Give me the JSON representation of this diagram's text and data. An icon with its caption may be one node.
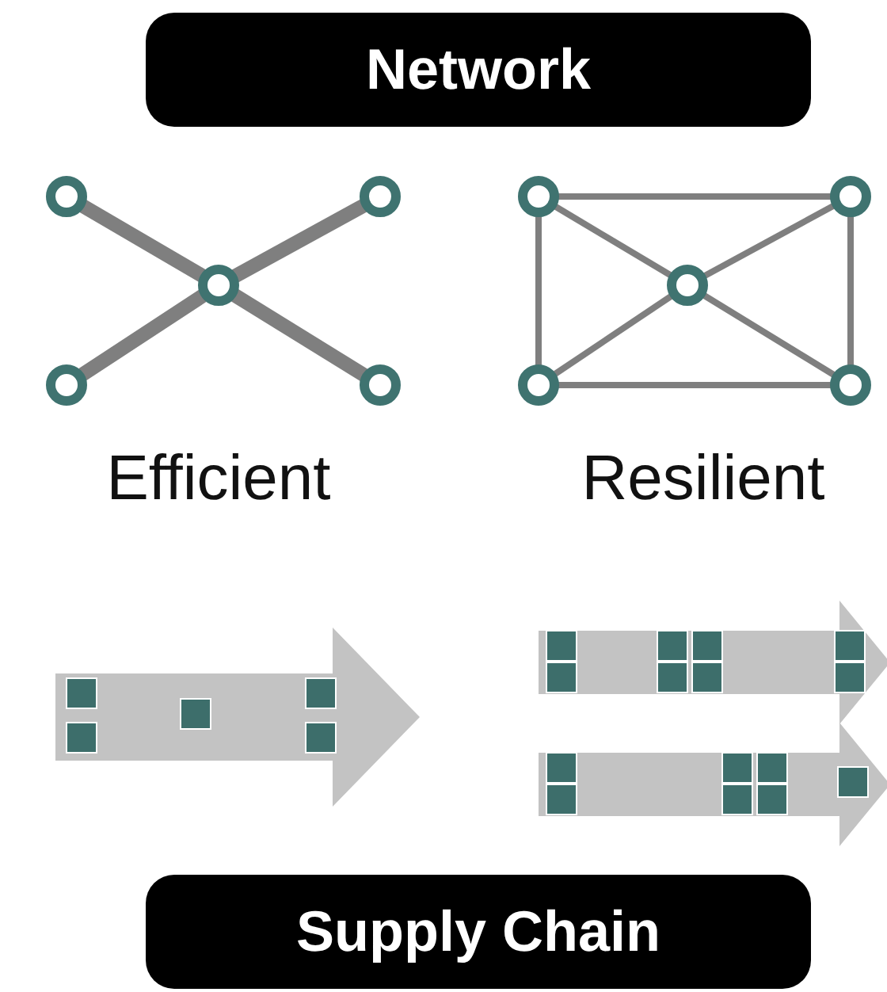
{
  "diagram": {
    "title": "Network",
    "caption": "Supply Chain",
    "nodes": [
      {
        "text": [],
        "shape": "circle"
      },
      {
        "text": [],
        "shape": "circle"
      },
      {
        "text": [],
        "shape": "circle"
      },
      {
        "text": [],
        "shape": "circle"
      },
      {
        "text": [],
        "shape": "circle"
      },
      {
        "text": [],
        "shape": "circle"
      },
      {
        "text": [],
        "shape": "circle"
      },
      {
        "text": [],
        "shape": "circle"
      },
      {
        "text": [],
        "shape": "circle"
      },
      {
        "text": [],
        "shape": "circle"
      }
    ],
    "edges": [
      {
        "from": 2,
        "to": 0,
        "arrow": "none",
        "style": "thick"
      },
      {
        "from": 2,
        "to": 1,
        "arrow": "none",
        "style": "thick"
      },
      {
        "from": 2,
        "to": 3,
        "arrow": "none",
        "style": "thick"
      },
      {
        "from": 2,
        "to": 4,
        "arrow": "none",
        "style": "thick"
      },
      {
        "from": 5,
        "to": 6,
        "arrow": "none"
      },
      {
        "from": 6,
        "to": 9,
        "arrow": "none"
      },
      {
        "from": 9,
        "to": 8,
        "arrow": "none"
      },
      {
        "from": 8,
        "to": 5,
        "arrow": "none"
      },
      {
        "from": 7,
        "to": 5,
        "arrow": "none"
      },
      {
        "from": 7,
        "to": 6,
        "arrow": "none"
      },
      {
        "from": 7,
        "to": 8,
        "arrow": "none"
      },
      {
        "from": 7,
        "to": 9,
        "arrow": "none"
      }
    ],
    "labels": [
      "Efficient",
      "Resilient"
    ]
  }
}
